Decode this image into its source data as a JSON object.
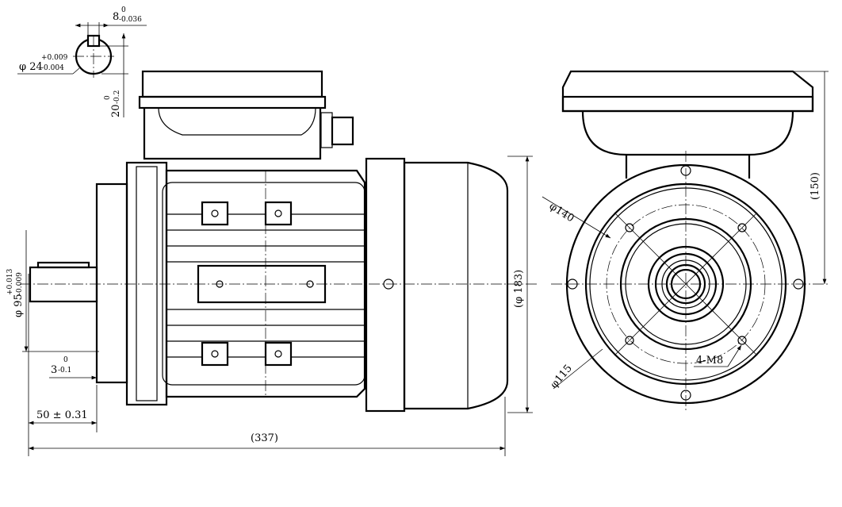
{
  "drawing": {
    "key_width": {
      "nominal": "8",
      "upper": "0",
      "lower": "-0.036"
    },
    "shaft_diameter": {
      "nominal": "φ 24",
      "upper": "+0.009",
      "lower": "-0.004"
    },
    "key_height": {
      "nominal": "20",
      "upper": "0",
      "lower": "-0.2"
    },
    "spigot_diameter": {
      "nominal": "φ 95",
      "upper": "+0.013",
      "lower": "-0.009"
    },
    "spigot_depth": {
      "nominal": "3",
      "upper": "0",
      "lower": "-0.1"
    },
    "shaft_length": "50 ± 0.31",
    "overall_length": "(337)",
    "overall_height_side": "(φ 183)",
    "center_height": "(150)",
    "flange_pcd": "φ140",
    "spigot_front": "φ115",
    "mounting_holes": "4-M8"
  }
}
